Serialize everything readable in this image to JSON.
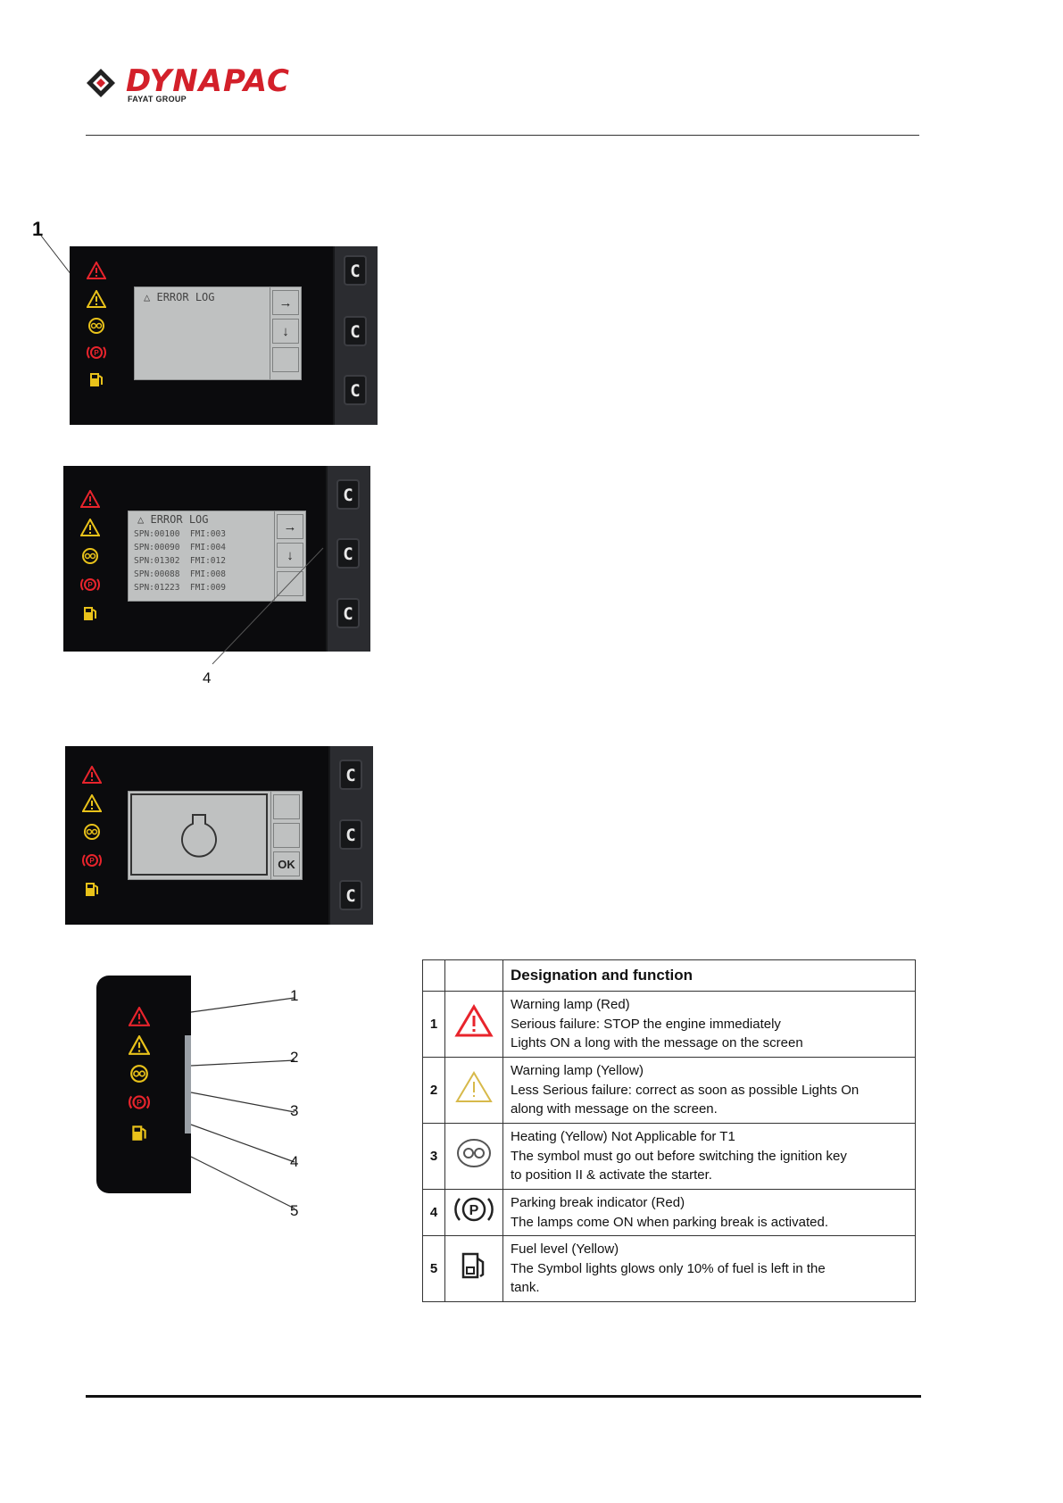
{
  "header": {
    "brand": "DYNAPAC",
    "subbrand": "FAYAT GROUP"
  },
  "figure1": {
    "callout": "1",
    "lcd_title": "ERROR LOG",
    "keys": [
      "C",
      "C",
      "C"
    ]
  },
  "figure2": {
    "lcd_title": "ERROR LOG",
    "rows": [
      "SPN:00100  FMI:003",
      "SPN:00090  FMI:004",
      "SPN:01302  FMI:012",
      "SPN:00088  FMI:008",
      "SPN:01223  FMI:009"
    ],
    "callout": "4",
    "keys": [
      "C",
      "C",
      "C"
    ]
  },
  "figure3": {
    "ok_label": "OK",
    "keys": [
      "C",
      "C",
      "C"
    ]
  },
  "figure4": {
    "callouts": [
      "1",
      "2",
      "3",
      "4",
      "5"
    ]
  },
  "table": {
    "header": "Designation and function",
    "rows": [
      {
        "num": "1",
        "icon": "warning-red-icon",
        "lines": [
          "Warning lamp (Red)",
          "Serious failure: STOP the engine immediately",
          "Lights ON a long with the message on the screen"
        ]
      },
      {
        "num": "2",
        "icon": "warning-yellow-icon",
        "lines": [
          "Warning lamp (Yellow)",
          "Less Serious failure: correct as soon as possible Lights On",
          "along with message on the screen."
        ]
      },
      {
        "num": "3",
        "icon": "heating-icon",
        "lines": [
          "Heating (Yellow) Not Applicable for T1",
          "The symbol must go out before switching the ignition key",
          "to position II & activate the starter."
        ]
      },
      {
        "num": "4",
        "icon": "parking-brake-icon",
        "lines": [
          "Parking break indicator (Red)",
          "The lamps come ON when parking break is activated."
        ]
      },
      {
        "num": "5",
        "icon": "fuel-icon",
        "lines": [
          "Fuel level (Yellow)",
          "The Symbol lights glows only 10% of fuel is left in the",
          "tank."
        ]
      }
    ]
  },
  "colors": {
    "brand_red": "#d3202a",
    "lamp_red": "#e8242c",
    "lamp_yellow": "#e9c21a"
  }
}
